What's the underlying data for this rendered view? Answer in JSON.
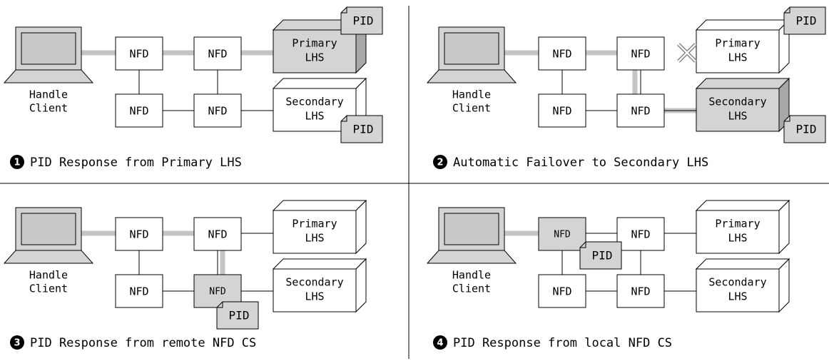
{
  "panels": [
    {
      "number": "1",
      "caption": "PID Response from Primary LHS",
      "client_label_line1": "Handle",
      "client_label_line2": "Client",
      "nfd_labels": [
        "NFD",
        "NFD",
        "NFD",
        "NFD"
      ],
      "primary_lhs": [
        "Primary",
        "LHS"
      ],
      "secondary_lhs": [
        "Secondary",
        "LHS"
      ],
      "pid_tags": [
        "PID",
        "PID"
      ]
    },
    {
      "number": "2",
      "caption": "Automatic Failover to Secondary LHS",
      "client_label_line1": "Handle",
      "client_label_line2": "Client",
      "nfd_labels": [
        "NFD",
        "NFD",
        "NFD",
        "NFD"
      ],
      "primary_lhs": [
        "Primary",
        "LHS"
      ],
      "secondary_lhs": [
        "Secondary",
        "LHS"
      ],
      "pid_tags": [
        "PID",
        "PID"
      ]
    },
    {
      "number": "3",
      "caption": "PID Response from remote NFD CS",
      "client_label_line1": "Handle",
      "client_label_line2": "Client",
      "nfd_labels": [
        "NFD",
        "NFD",
        "NFD",
        "NFD"
      ],
      "primary_lhs": [
        "Primary",
        "LHS"
      ],
      "secondary_lhs": [
        "Secondary",
        "LHS"
      ],
      "pid_tags": [
        "PID"
      ]
    },
    {
      "number": "4",
      "caption": "PID Response from local NFD CS",
      "client_label_line1": "Handle",
      "client_label_line2": "Client",
      "nfd_labels": [
        "NFD",
        "NFD",
        "NFD",
        "NFD"
      ],
      "primary_lhs": [
        "Primary",
        "LHS"
      ],
      "secondary_lhs": [
        "Secondary",
        "LHS"
      ],
      "pid_tags": [
        "PID"
      ]
    }
  ],
  "colors": {
    "highlight_fill": "#d4d4d4",
    "highlight_side": "#a8a8a8",
    "path": "#c4c4c4",
    "stroke": "#000000"
  }
}
